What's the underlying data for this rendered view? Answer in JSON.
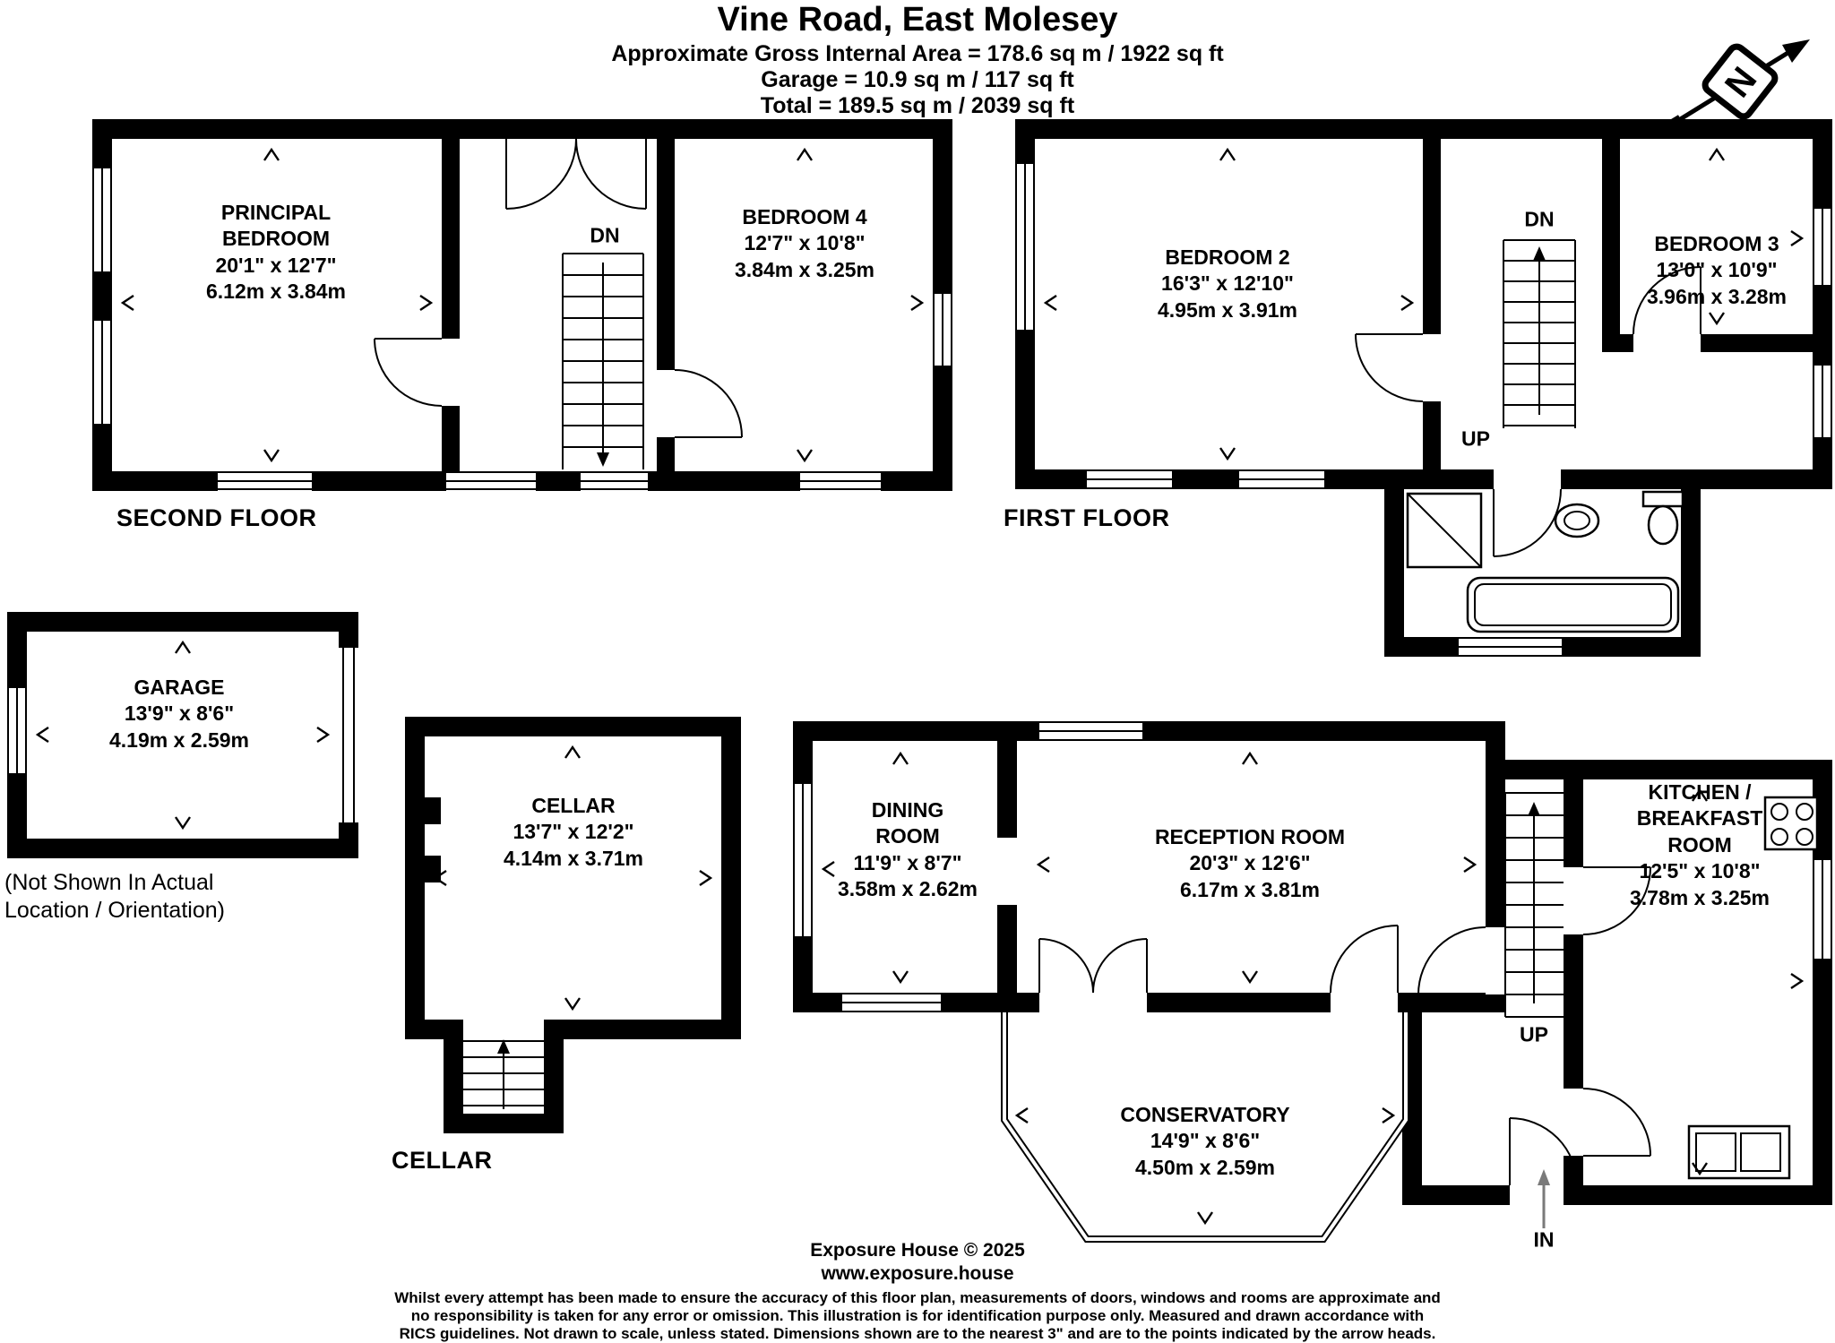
{
  "header": {
    "title": "Vine Road, East Molesey",
    "area_line": "Approximate Gross Internal Area = 178.6 sq m / 1922 sq ft",
    "garage_line": "Garage = 10.9 sq m / 117 sq ft",
    "total_line": "Total = 189.5 sq m / 2039 sq ft"
  },
  "compass": {
    "north_letter": "N"
  },
  "labels": {
    "down": "DN",
    "up": "UP",
    "in": "IN"
  },
  "floors": {
    "second": {
      "caption": "SECOND FLOOR",
      "principal_bedroom": {
        "name": "PRINCIPAL BEDROOM",
        "imperial": "20'1\" x 12'7\"",
        "metric": "6.12m x 3.84m"
      },
      "bedroom4": {
        "name": "BEDROOM 4",
        "imperial": "12'7\" x 10'8\"",
        "metric": "3.84m x 3.25m"
      }
    },
    "first": {
      "caption": "FIRST FLOOR",
      "bedroom2": {
        "name": "BEDROOM 2",
        "imperial": "16'3\" x 12'10\"",
        "metric": "4.95m x 3.91m"
      },
      "bedroom3": {
        "name": "BEDROOM 3",
        "imperial": "13'0\" x 10'9\"",
        "metric": "3.96m x 3.28m"
      }
    },
    "ground": {
      "dining_room": {
        "name": "DINING ROOM",
        "imperial": "11'9\" x 8'7\"",
        "metric": "3.58m x 2.62m"
      },
      "reception_room": {
        "name": "RECEPTION ROOM",
        "imperial": "20'3\" x 12'6\"",
        "metric": "6.17m x 3.81m"
      },
      "kitchen": {
        "name": "KITCHEN / BREAKFAST ROOM",
        "imperial": "12'5\" x 10'8\"",
        "metric": "3.78m x 3.25m"
      },
      "conservatory": {
        "name": "CONSERVATORY",
        "imperial": "14'9\" x 8'6\"",
        "metric": "4.50m x 2.59m"
      }
    },
    "garage": {
      "room": {
        "name": "GARAGE",
        "imperial": "13'9\" x 8'6\"",
        "metric": "4.19m x 2.59m"
      },
      "note_line1": "(Not Shown In Actual",
      "note_line2": "Location / Orientation)"
    },
    "cellar": {
      "caption": "CELLAR",
      "room": {
        "name": "CELLAR",
        "imperial": "13'7\" x 12'2\"",
        "metric": "4.14m x 3.71m"
      }
    }
  },
  "footer": {
    "company": "Exposure House © 2025",
    "website": "www.exposure.house",
    "disclaimer": [
      "Whilst every attempt has been made to ensure the accuracy of this floor plan, measurements of doors, windows and rooms are approximate and",
      "no responsibility is taken for any error or omission. This illustration is for identification purpose only. Measured and drawn accordance with",
      "RICS guidelines. Not drawn to scale, unless stated. Dimensions shown are to the nearest 3\" and are to the points indicated by the arrow heads."
    ]
  }
}
